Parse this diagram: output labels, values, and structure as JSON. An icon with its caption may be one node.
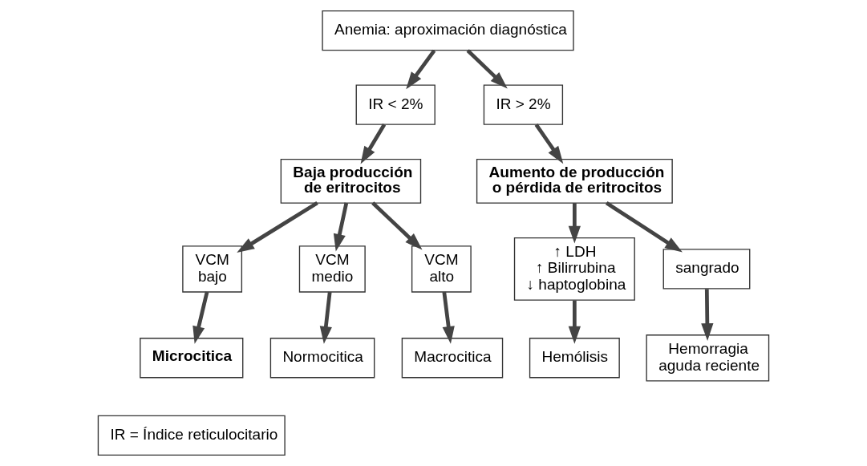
{
  "diagram": {
    "nodes": [
      {
        "text": [
          "Anemia: aproximación diagnóstica"
        ]
      },
      {
        "text": [
          "IR < 2%"
        ]
      },
      {
        "text": [
          "IR > 2%"
        ]
      },
      {
        "text": [
          "Baja producción de eritrocitos"
        ]
      },
      {
        "text": [
          "Aumento de producción o pérdida de eritrocitos"
        ]
      },
      {
        "text": [
          "VCM bajo"
        ]
      },
      {
        "text": [
          "VCM medio"
        ]
      },
      {
        "text": [
          "VCM alto"
        ]
      },
      {
        "text": [
          "↑ LDH",
          "↑ Bilirrubina",
          "↓ haptoglobina"
        ]
      },
      {
        "text": [
          "sangrado"
        ]
      },
      {
        "text": [
          "Microcitica"
        ]
      },
      {
        "text": [
          "Normocitica"
        ]
      },
      {
        "text": [
          "Macrocitica"
        ]
      },
      {
        "text": [
          "Hemólisis"
        ]
      },
      {
        "text": [
          "Hemorragia aguda reciente"
        ]
      },
      {
        "text": [
          "IR = Índice reticulocitario"
        ]
      }
    ],
    "edges": [
      {
        "from": 0,
        "to": 1,
        "arrow": "to"
      },
      {
        "from": 0,
        "to": 2,
        "arrow": "to"
      },
      {
        "from": 1,
        "to": 3,
        "arrow": "to"
      },
      {
        "from": 2,
        "to": 4,
        "arrow": "to"
      },
      {
        "from": 3,
        "to": 5,
        "arrow": "to"
      },
      {
        "from": 3,
        "to": 6,
        "arrow": "to"
      },
      {
        "from": 3,
        "to": 7,
        "arrow": "to"
      },
      {
        "from": 4,
        "to": 8,
        "arrow": "to"
      },
      {
        "from": 4,
        "to": 9,
        "arrow": "to"
      },
      {
        "from": 5,
        "to": 10,
        "arrow": "to"
      },
      {
        "from": 6,
        "to": 11,
        "arrow": "to"
      },
      {
        "from": 7,
        "to": 12,
        "arrow": "to"
      },
      {
        "from": 8,
        "to": 13,
        "arrow": "to"
      },
      {
        "from": 9,
        "to": 14,
        "arrow": "to"
      }
    ]
  }
}
